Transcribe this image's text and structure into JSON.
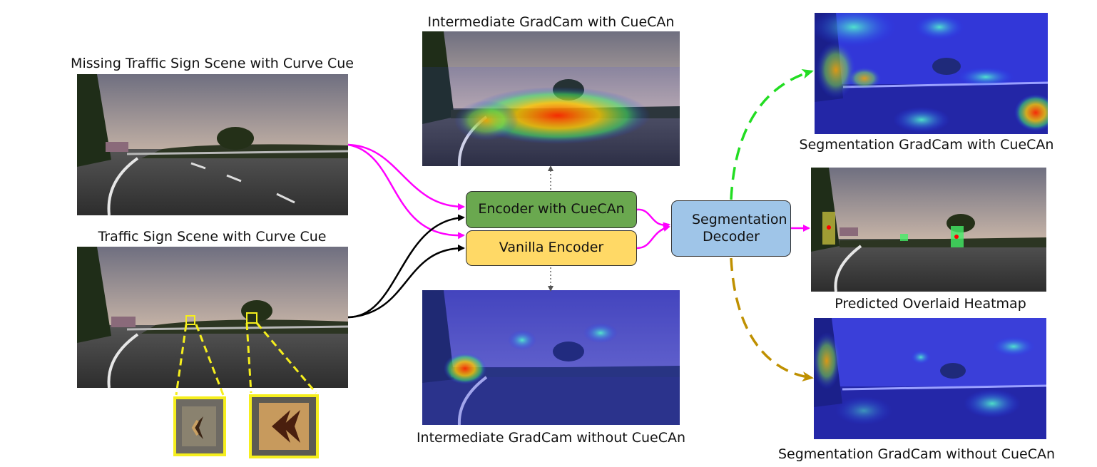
{
  "captions": {
    "missing_scene": "Missing Traffic Sign Scene with Curve Cue",
    "sign_scene": "Traffic Sign Scene with Curve Cue",
    "intermediate_with": "Intermediate GradCam with CueCAn",
    "intermediate_without": "Intermediate GradCam without CueCAn",
    "seg_with": "Segmentation GradCam with CueCAn",
    "predicted": "Predicted Overlaid Heatmap",
    "seg_without": "Segmentation GradCam without CueCAn"
  },
  "blocks": {
    "encoder_cuecan": "Encoder with CueCAn",
    "vanilla_encoder": "Vanilla Encoder",
    "decoder": "Segmentation Decoder"
  },
  "colors": {
    "encoder_cuecan": "#6aa84f",
    "vanilla_encoder": "#ffd966",
    "decoder": "#9fc5e8",
    "magenta_arrow": "#ff00ff",
    "black_arrow": "#000000",
    "green_dashed": "#22dd22",
    "gold_dashed": "#bf9000",
    "zoom_border": "#f5ee1d"
  }
}
